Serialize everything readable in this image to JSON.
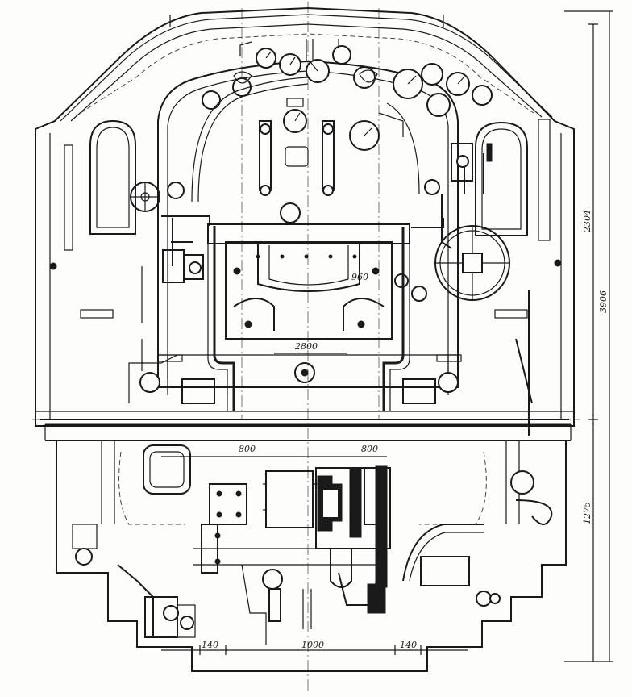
{
  "drawing": {
    "dimensions": {
      "cab_width": "2800",
      "firedoor_width": "960",
      "upper_height": "2304",
      "total_height": "3906",
      "lower_height": "1275",
      "frame_left": "800",
      "frame_right": "800",
      "bottom_center": "1000",
      "bottom_left": "140",
      "bottom_right": "140"
    },
    "colors": {
      "ink": "#1a1a1a",
      "paper": "#fdfdfb"
    }
  }
}
